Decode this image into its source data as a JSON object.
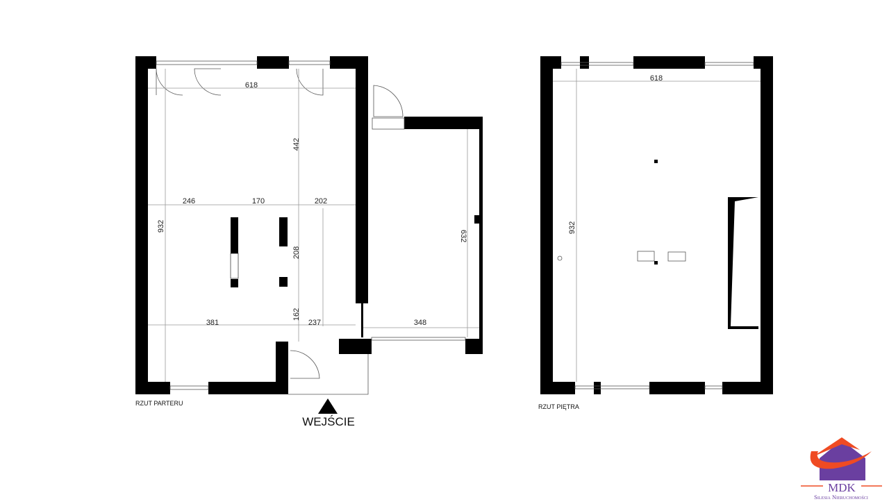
{
  "ground_floor": {
    "caption": "RZUT PARTERU",
    "entrance_label": "WEJŚCIE",
    "dimensions": {
      "width_top": "618",
      "height_upper": "442",
      "height_total": "932",
      "seg_a": "246",
      "seg_b": "170",
      "seg_c": "202",
      "stair_len": "208",
      "lower_gap": "162",
      "bottom_left": "381",
      "bottom_right": "237",
      "annex_height": "632",
      "annex_width": "348"
    }
  },
  "upper_floor": {
    "caption": "RZUT PIĘTRA",
    "dimensions": {
      "width_top": "618",
      "height_total": "932"
    }
  },
  "logo": {
    "name": "MDK",
    "tagline": "Silesia Nieruchomości",
    "colors": {
      "roof": "#ef4b23",
      "house": "#6a3fa0"
    }
  }
}
